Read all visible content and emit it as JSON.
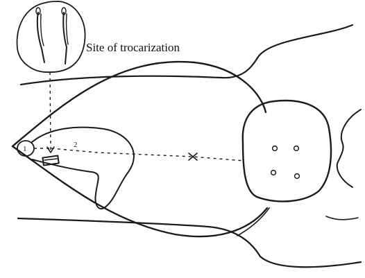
{
  "diagram": {
    "callout_label": "Site of trocarization",
    "point_numbers": [
      "1",
      "2"
    ]
  }
}
